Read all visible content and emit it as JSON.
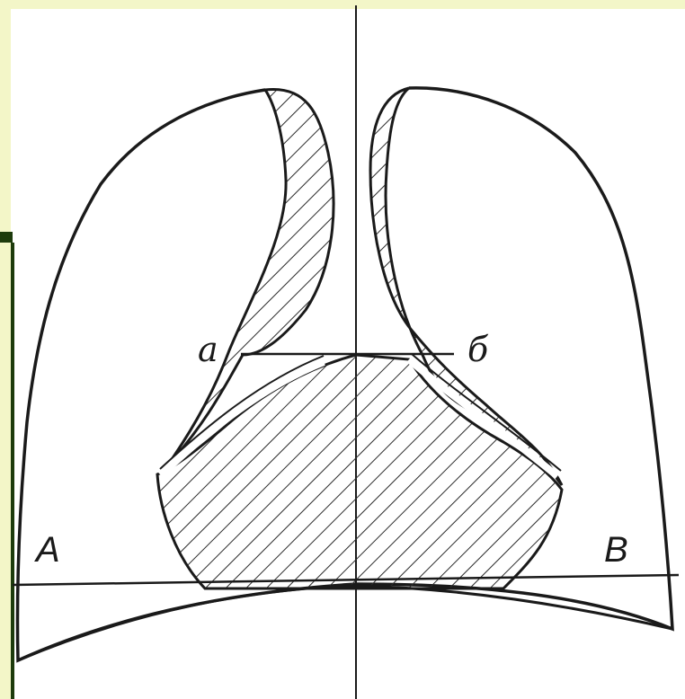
{
  "diagram": {
    "labels": {
      "a": "a",
      "b": "б",
      "A": "A",
      "B": "B"
    },
    "colors": {
      "background": "#ffffff",
      "slide_border": "#f3f6c8",
      "slide_accent": "#1d3b0c",
      "ink": "#1a1a1a",
      "hatch": "#2a2a2a"
    }
  }
}
